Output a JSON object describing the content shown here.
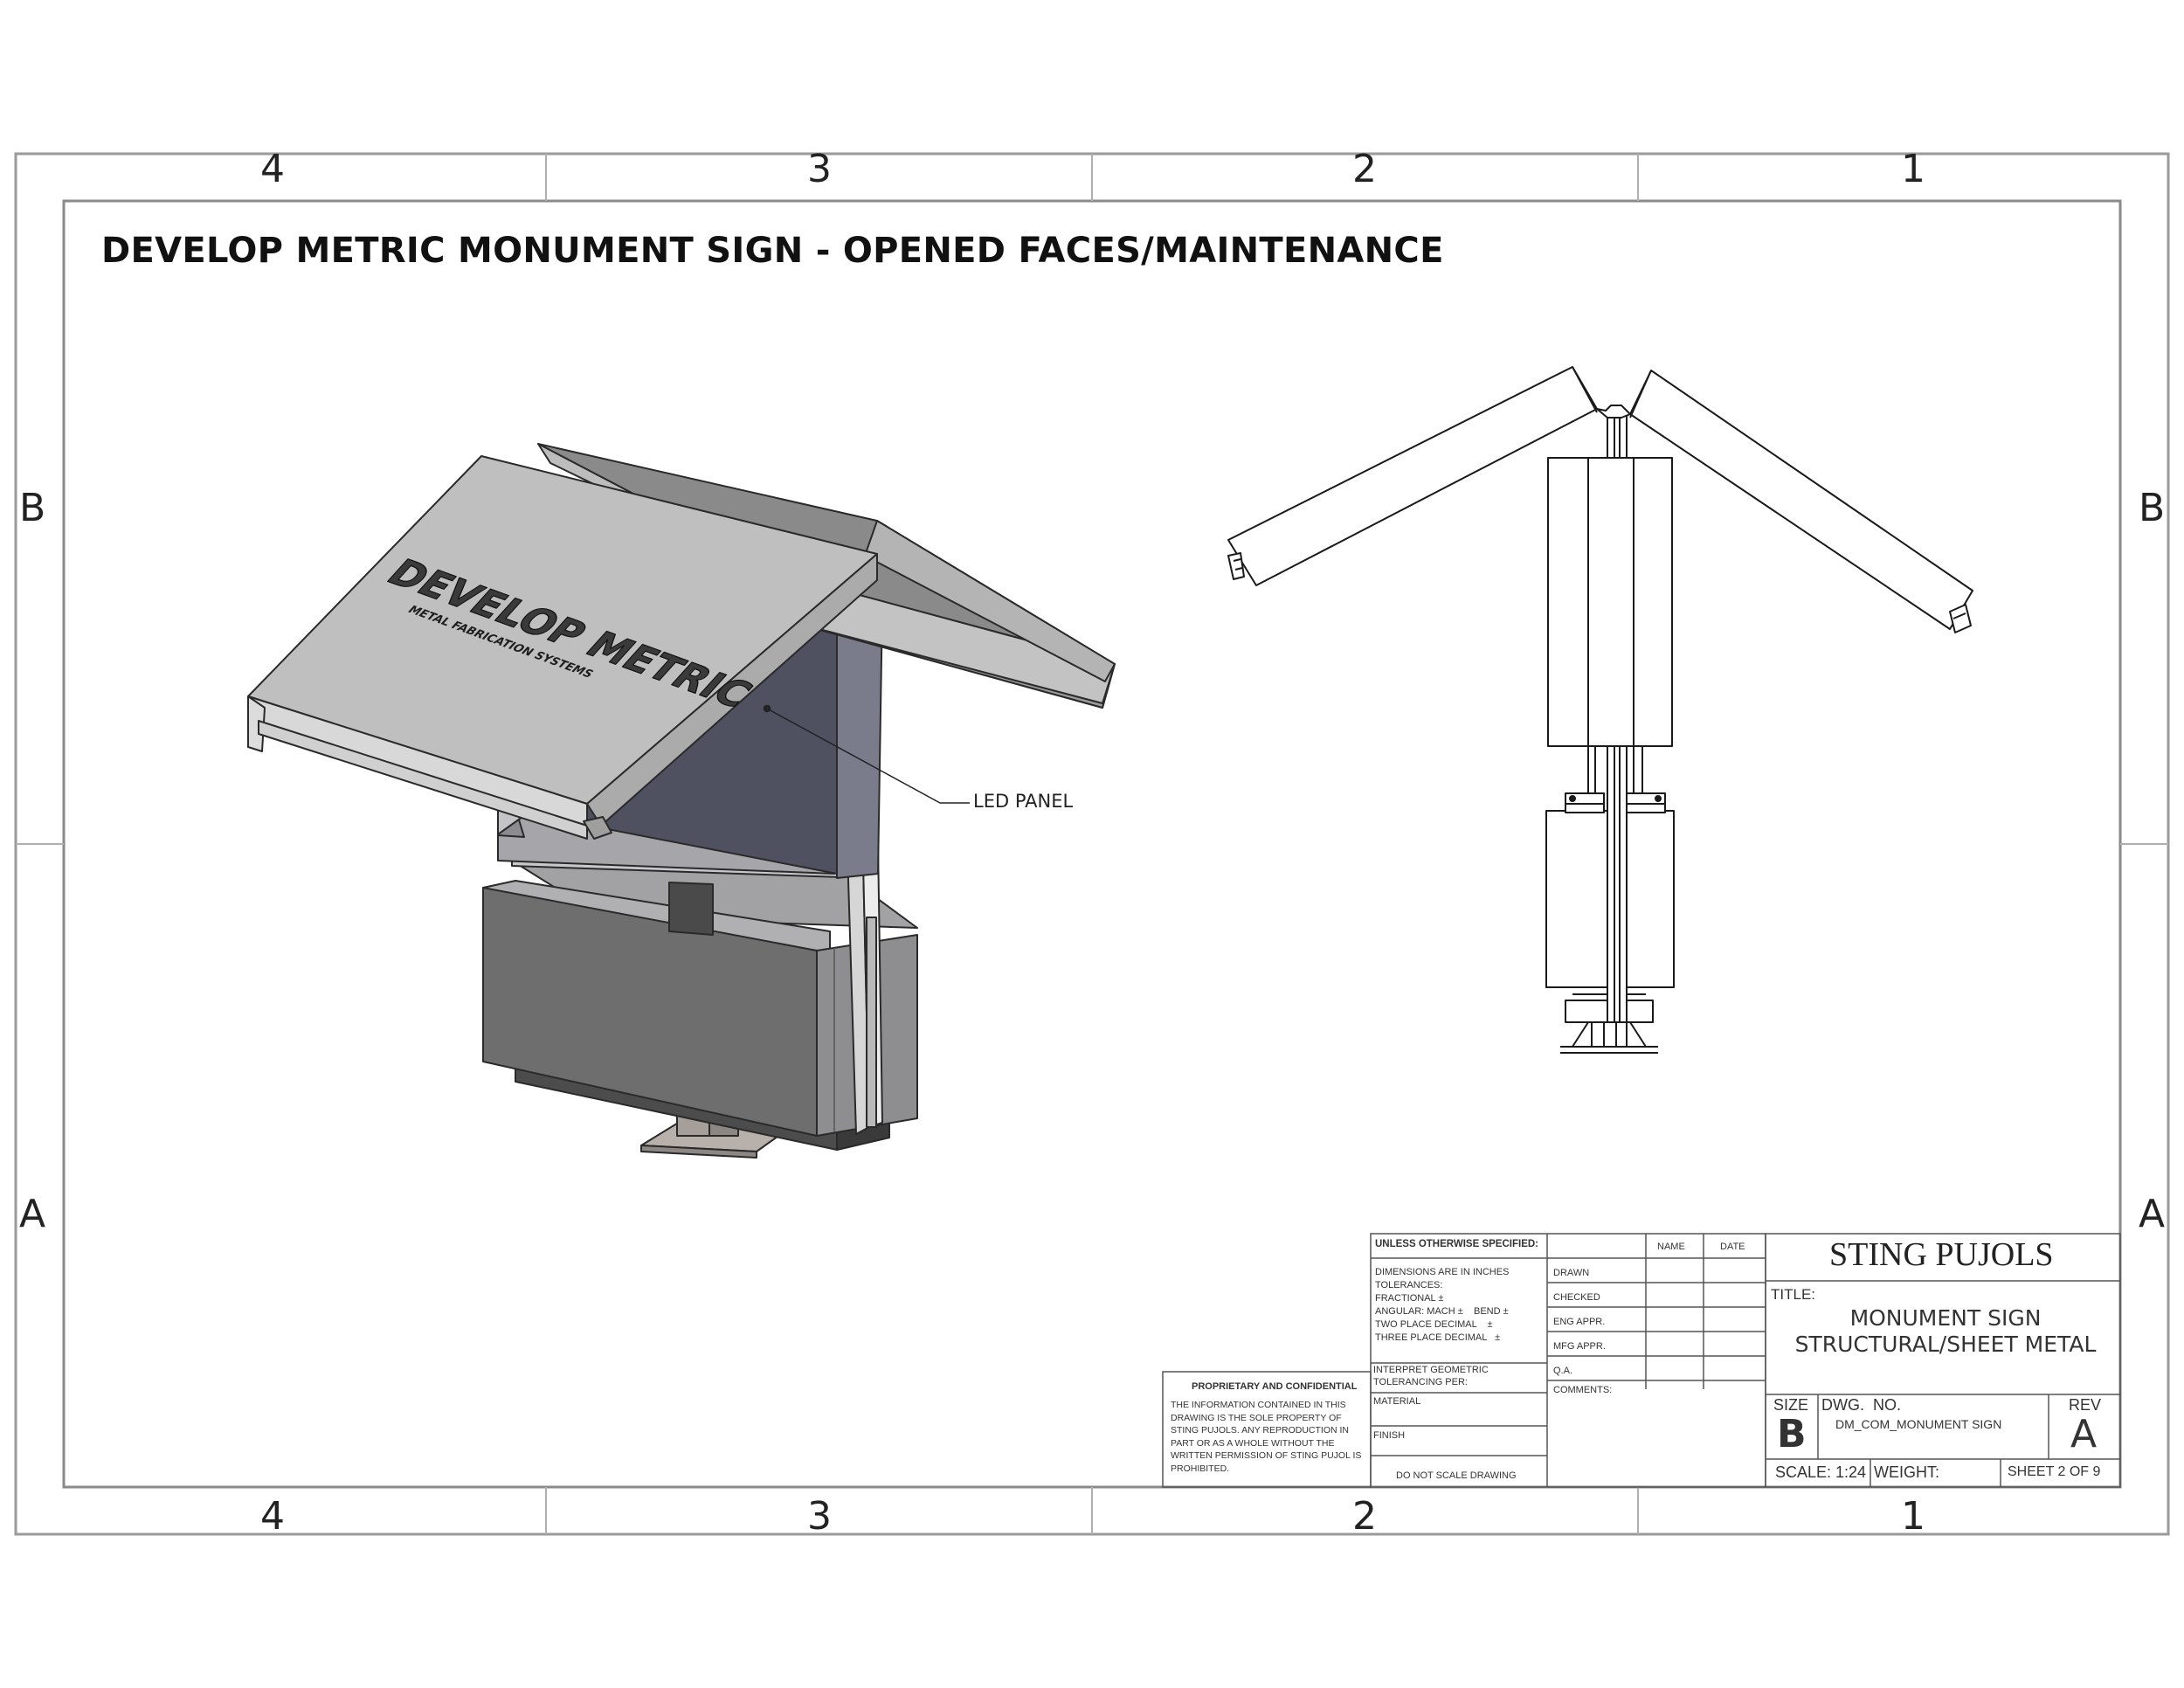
{
  "title": "DEVELOP METRIC MONUMENT SIGN - OPENED FACES/MAINTENANCE",
  "zones": {
    "columns": [
      "4",
      "3",
      "2",
      "1"
    ],
    "rows": [
      "B",
      "A"
    ]
  },
  "isometric_view": {
    "face_logo": "DEVELOP METRIC",
    "face_tagline": "METAL FABRICATION SYSTEMS",
    "callout": "LED PANEL"
  },
  "title_block": {
    "tolerances_header": "UNLESS OTHERWISE SPECIFIED:",
    "name_col": "NAME",
    "date_col": "DATE",
    "tolerance_lines": [
      "DIMENSIONS ARE IN INCHES",
      "TOLERANCES:",
      "FRACTIONAL ±",
      "ANGULAR: MACH ±    BEND ±",
      "TWO PLACE DECIMAL    ±",
      "THREE PLACE DECIMAL   ±"
    ],
    "geom_lines": [
      "INTERPRET GEOMETRIC",
      "TOLERANCING PER:"
    ],
    "material_label": "MATERIAL",
    "finish_label": "FINISH",
    "no_scale": "DO NOT SCALE DRAWING",
    "approvals": [
      "DRAWN",
      "CHECKED",
      "ENG APPR.",
      "MFG APPR.",
      "Q.A."
    ],
    "comments_label": "COMMENTS:",
    "company": "STING PUJOLS",
    "title_label": "TITLE:",
    "title_lines": [
      "MONUMENT SIGN",
      "STRUCTURAL/SHEET METAL"
    ],
    "size_label": "SIZE",
    "size_value": "B",
    "dwg_label": "DWG.  NO.",
    "dwg_value": "DM_COM_MONUMENT SIGN",
    "rev_label": "REV",
    "rev_value": "A",
    "scale": "SCALE: 1:24",
    "weight": "WEIGHT:",
    "sheet": "SHEET 2 OF 9",
    "confidential_head": "PROPRIETARY AND CONFIDENTIAL",
    "confidential_body": "THE INFORMATION CONTAINED IN THIS DRAWING IS THE SOLE PROPERTY OF STING PUJOLS. ANY REPRODUCTION IN PART OR AS A WHOLE WITHOUT THE WRITTEN PERMISSION OF STING PUJOL IS PROHIBITED."
  }
}
